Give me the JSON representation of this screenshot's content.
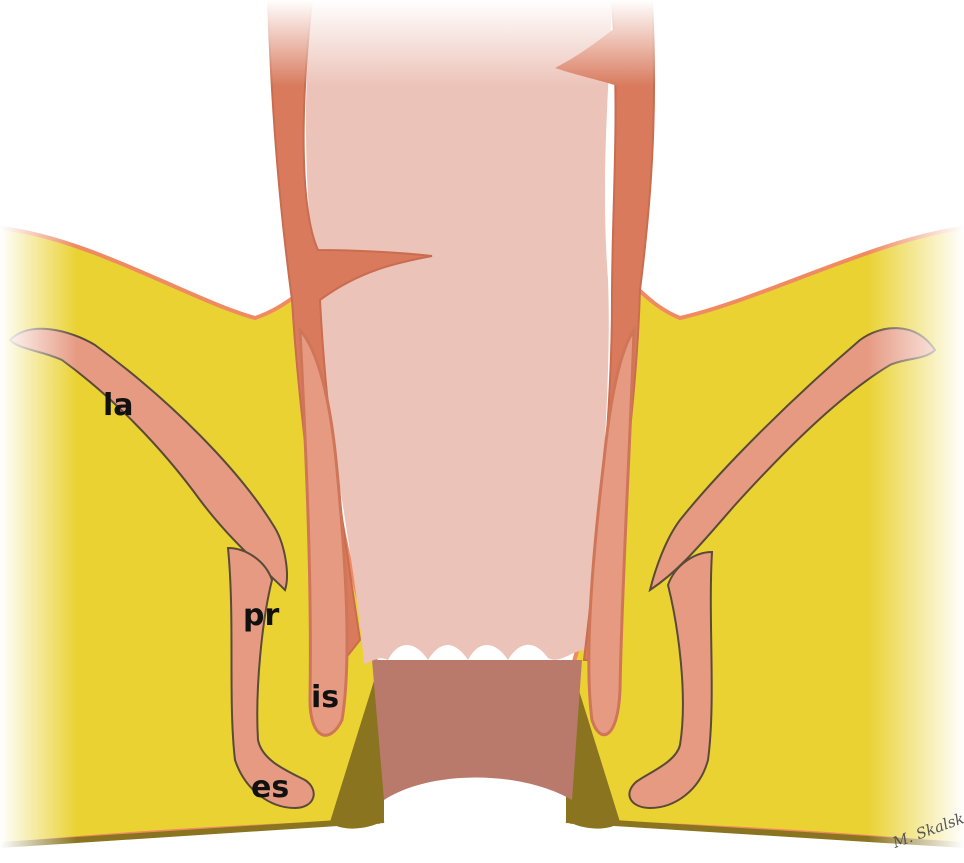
{
  "labels": {
    "la": "la",
    "pr": "pr",
    "is": "is",
    "es": "es"
  },
  "signature": "M. Skalsk",
  "colors": {
    "fat": "#ead232",
    "fat_edge": "#8a7420",
    "muscle": "#e69a82",
    "muscle_dark": "#d97a5d",
    "muscle_outline": "#5a4a38",
    "mucosa": "#ecc3b8",
    "anal_canal": "#b97a6c",
    "top_edge": "#ef8a62"
  }
}
